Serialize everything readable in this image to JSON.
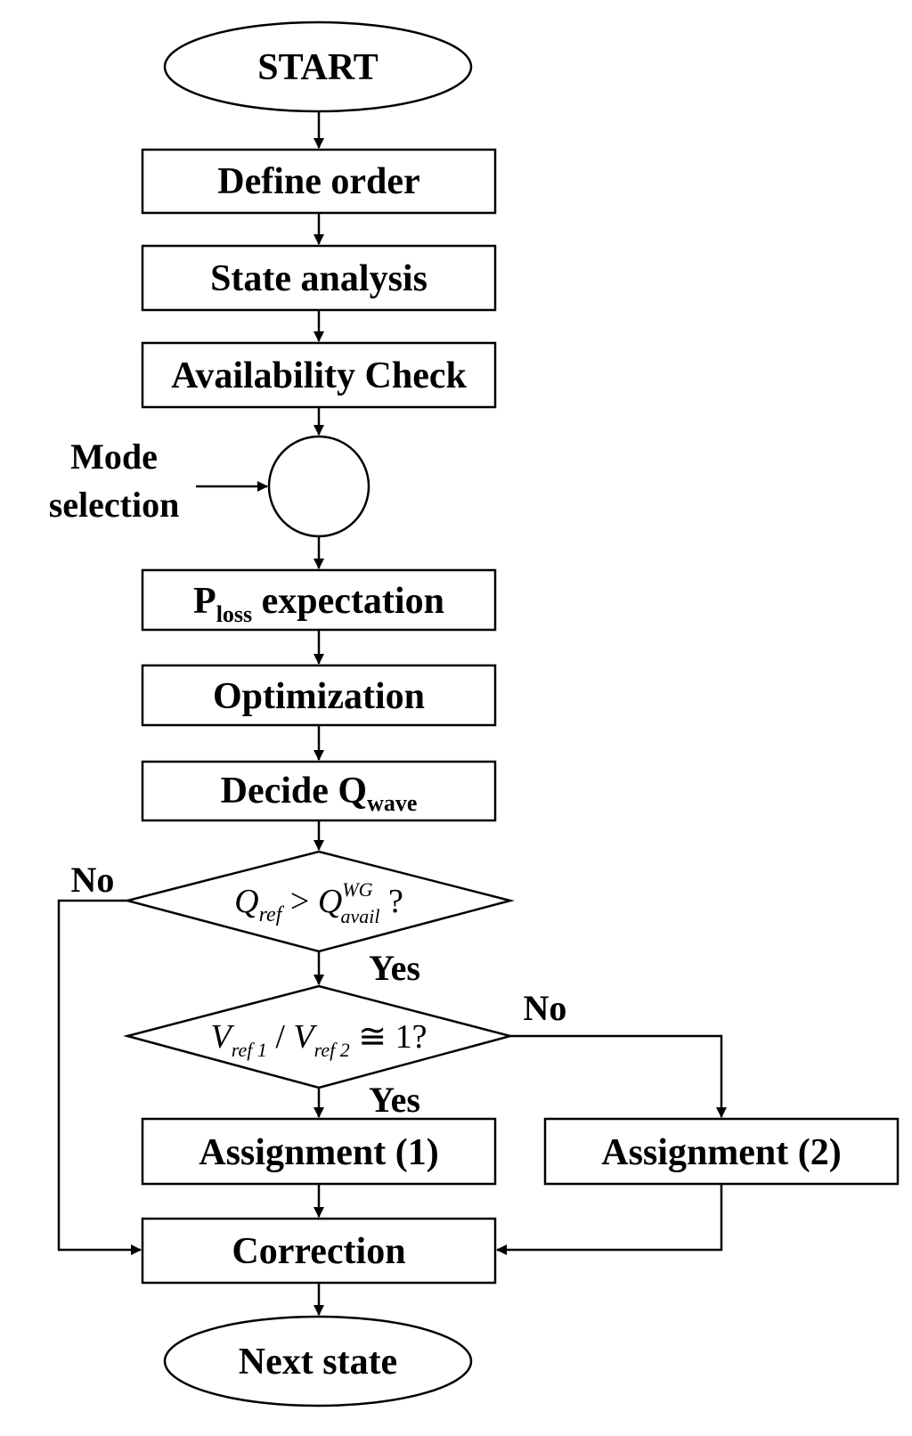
{
  "nodes": {
    "start": "START",
    "define_order": "Define order",
    "state_analysis": "State analysis",
    "availability_check": "Availability Check",
    "mode_selection_line1": "Mode",
    "mode_selection_line2": "selection",
    "ploss_main": "P",
    "ploss_sub": "loss",
    "ploss_rest": " expectation",
    "optimization": "Optimization",
    "decide_main": "Decide Q",
    "decide_sub": "wave",
    "assignment1": "Assignment (1)",
    "assignment2": "Assignment (2)",
    "correction": "Correction",
    "next_state": "Next state"
  },
  "decision1": {
    "q": "Q",
    "q_sub": "ref",
    "op": " > ",
    "q2": "Q",
    "q2_sup": "WG",
    "q2_sub": "avail",
    "tail": " ?"
  },
  "decision2": {
    "v1": "V",
    "v1_sub": "ref 1",
    "slash": " / ",
    "v2": "V",
    "v2_sub": "ref 2",
    "tail": " ≅ 1?"
  },
  "edge_labels": {
    "d1_no": "No",
    "d1_yes": "Yes",
    "d2_no": "No",
    "d2_yes": "Yes"
  }
}
